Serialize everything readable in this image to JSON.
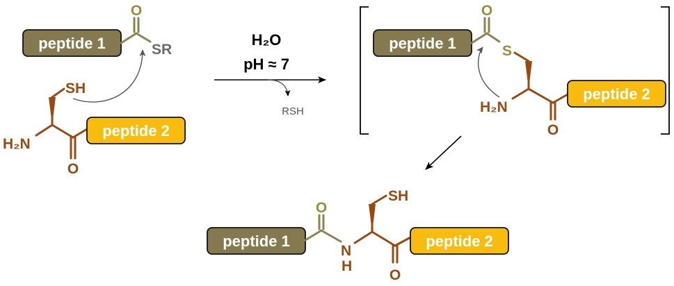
{
  "labels": {
    "peptide1": "peptide 1",
    "peptide2": "peptide 2"
  },
  "atoms": {
    "O": "O",
    "SR": "SR",
    "SH": "SH",
    "S": "S",
    "H2N": "H₂N",
    "N": "N",
    "H": "H"
  },
  "conditions": {
    "solvent": "H₂O",
    "ph": "pH ≈ 7",
    "byproduct": "RSH"
  },
  "colors": {
    "peptide1_box": "#857a4f",
    "peptide2_box": "#f7bc0f",
    "thioester": "#9a8e3c",
    "cysteine": "#9a4a10",
    "leaving_group": "#6b6b6b"
  }
}
